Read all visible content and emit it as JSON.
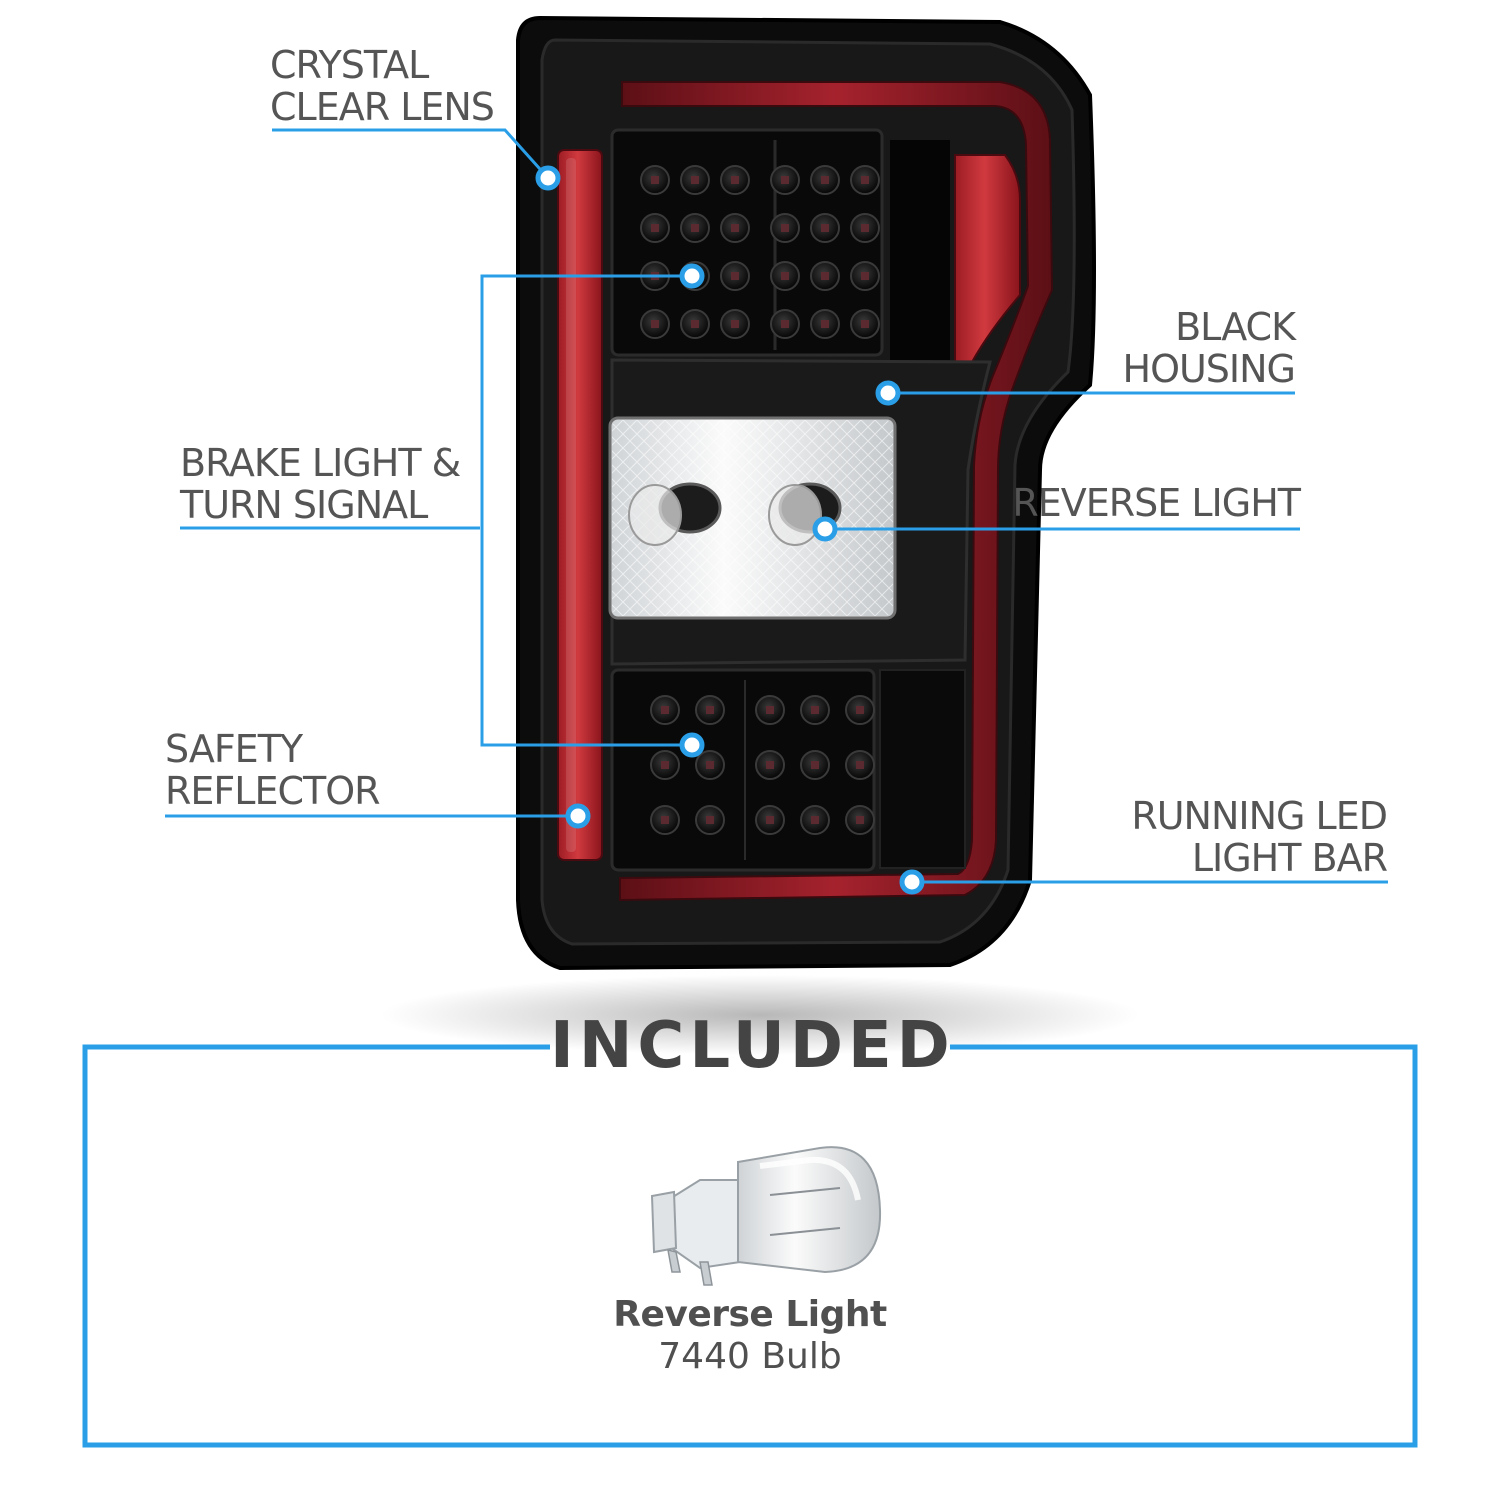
{
  "callouts": {
    "crystal_clear_lens": [
      "CRYSTAL",
      "CLEAR LENS"
    ],
    "brake_turn": [
      "BRAKE LIGHT &",
      "TURN SIGNAL"
    ],
    "safety_reflector": [
      "SAFETY",
      "REFLECTOR"
    ],
    "black_housing": [
      "BLACK",
      "HOUSING"
    ],
    "reverse_light": [
      "REVERSE LIGHT"
    ],
    "running_led": [
      "RUNNING LED",
      "LIGHT BAR"
    ]
  },
  "included": {
    "heading": "INCLUDED",
    "item_name": "Reverse Light",
    "item_type": "7440 Bulb"
  },
  "colors": {
    "accent": "#2a9fe8",
    "text": "#555555",
    "housing": "#111111",
    "red_lens": "#8e1a24"
  }
}
